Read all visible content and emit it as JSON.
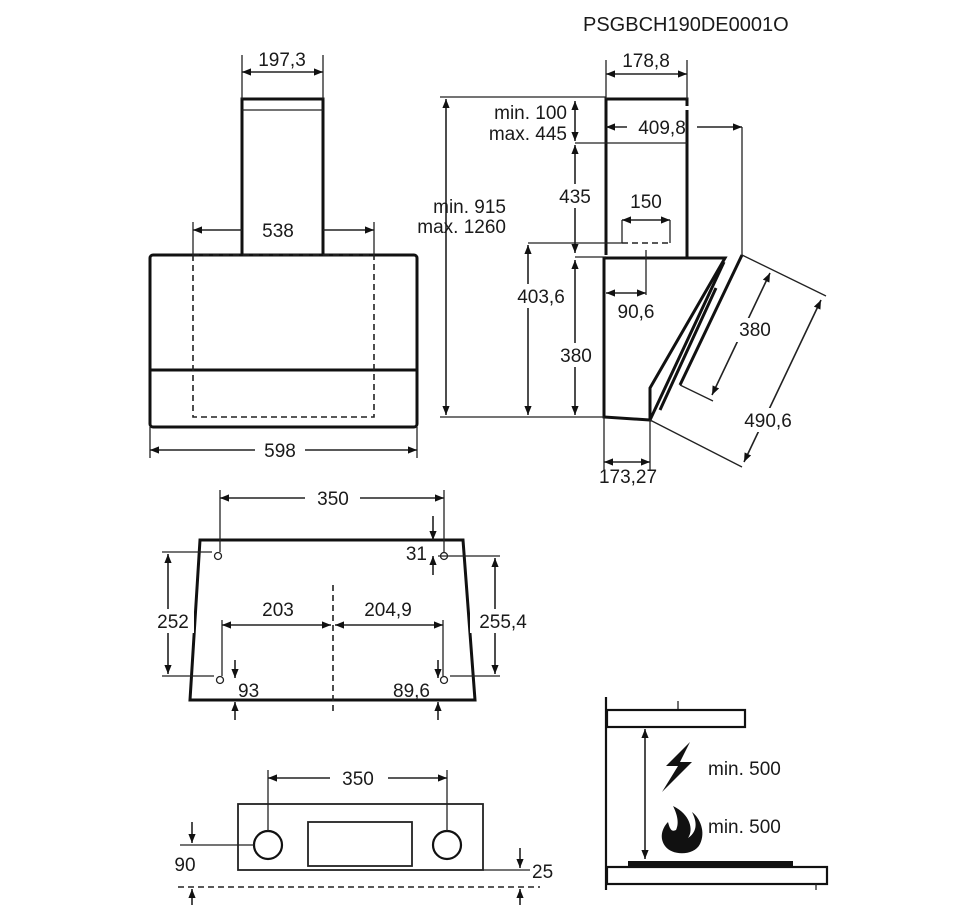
{
  "model_code": "PSGBCH190DE0001O",
  "front_view": {
    "chimney_width": "197,3",
    "inner_width": "538",
    "total_width": "598"
  },
  "side_view": {
    "chimney_depth": "178,8",
    "chimney_min": "min. 100",
    "chimney_max": "max. 445",
    "overall_min": "min. 915",
    "overall_max": "max. 1260",
    "depth_total": "409,8",
    "upper_height": "435",
    "outlet_width": "150",
    "outlet_height": "403,6",
    "outlet_offset": "90,6",
    "body_height": "380",
    "panel_height": "380",
    "panel_length": "490,6",
    "bottom_depth": "173,27"
  },
  "mounting_plate": {
    "top_spacing": "350",
    "top_offset": "31",
    "left_height": "252",
    "right_height": "255,4",
    "left_half": "203",
    "right_half": "204,9",
    "left_bottom": "93",
    "right_bottom": "89,6"
  },
  "top_view": {
    "spacing": "350",
    "depth": "90",
    "offset": "25"
  },
  "clearance": {
    "electric_min": "min. 500",
    "gas_min": "min. 500",
    "icons": [
      "lightning-icon",
      "flame-icon"
    ]
  }
}
